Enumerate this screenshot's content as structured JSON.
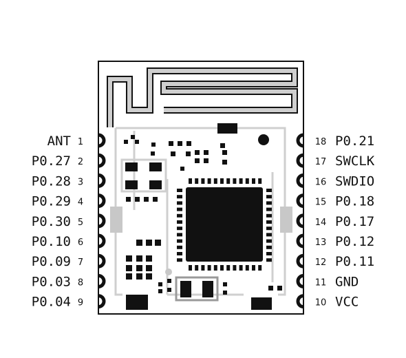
{
  "diagram": {
    "colors": {
      "ink": "#111111",
      "trace": "#cfcfcf",
      "trace_dark": "#9a9a9a",
      "pad_gray": "#c8c8c8",
      "board": "#ffffff"
    },
    "left_pins": [
      {
        "number": "1",
        "name": "ANT"
      },
      {
        "number": "2",
        "name": "P0.27"
      },
      {
        "number": "3",
        "name": "P0.28"
      },
      {
        "number": "4",
        "name": "P0.29"
      },
      {
        "number": "5",
        "name": "P0.30"
      },
      {
        "number": "6",
        "name": "P0.10"
      },
      {
        "number": "7",
        "name": "P0.09"
      },
      {
        "number": "8",
        "name": "P0.03"
      },
      {
        "number": "9",
        "name": "P0.04"
      }
    ],
    "right_pins": [
      {
        "number": "18",
        "name": "P0.21"
      },
      {
        "number": "17",
        "name": "SWCLK"
      },
      {
        "number": "16",
        "name": "SWDIO"
      },
      {
        "number": "15",
        "name": "P0.18"
      },
      {
        "number": "14",
        "name": "P0.17"
      },
      {
        "number": "13",
        "name": "P0.12"
      },
      {
        "number": "12",
        "name": "P0.11"
      },
      {
        "number": "11",
        "name": "GND"
      },
      {
        "number": "10",
        "name": "VCC"
      }
    ]
  }
}
